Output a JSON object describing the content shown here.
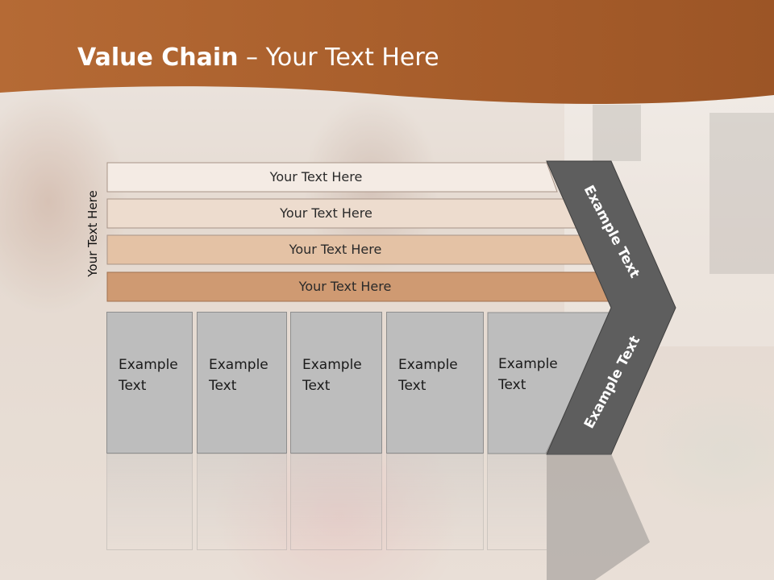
{
  "title": {
    "bold": "Value Chain",
    "rest": " – Your Text Here"
  },
  "side_label": "Your Text Here",
  "bars": [
    {
      "label": "Your Text Here",
      "color": "#f4ebe4"
    },
    {
      "label": "Your Text Here",
      "color": "#eddcce"
    },
    {
      "label": "Your Text Here",
      "color": "#e4c2a5"
    },
    {
      "label": "Your Text Here",
      "color": "#cf9a72"
    }
  ],
  "boxes": [
    {
      "line1": "Example",
      "line2": "Text"
    },
    {
      "line1": "Example",
      "line2": "Text"
    },
    {
      "line1": "Example",
      "line2": "Text"
    },
    {
      "line1": "Example",
      "line2": "Text"
    },
    {
      "line1": "Example",
      "line2": "Text"
    }
  ],
  "chevron": {
    "top": "Example Text",
    "bottom": "Example Text"
  },
  "colors": {
    "header": "#a85e2b",
    "chevron": "#5e5e5e",
    "box": "#bdbdbd"
  }
}
